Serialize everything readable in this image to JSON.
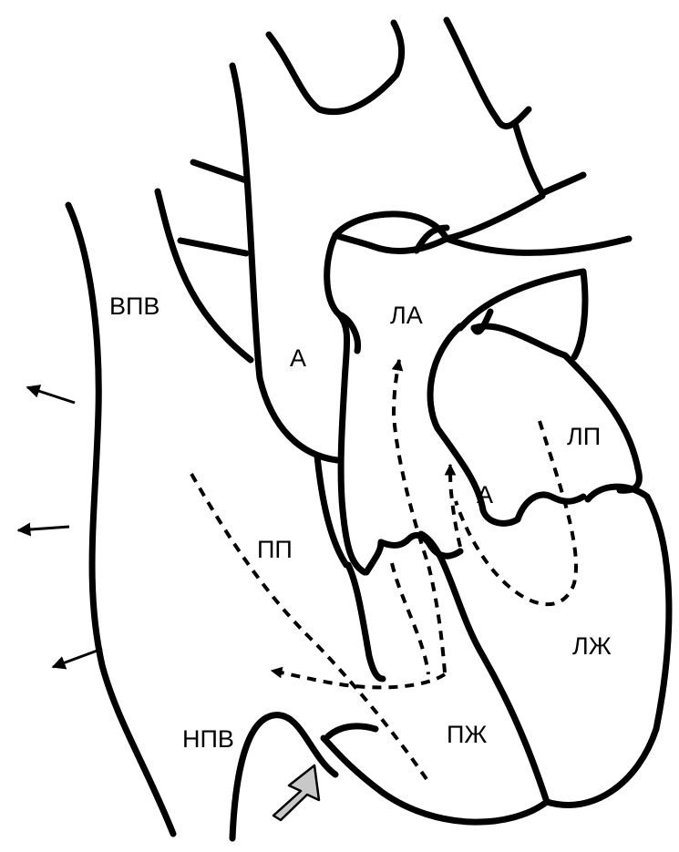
{
  "diagram": {
    "labels": {
      "svc": "ВПВ",
      "aorta_upper": "А",
      "pulmonary_artery": "ЛА",
      "left_atrium": "ЛП",
      "aorta_lower": "А",
      "right_atrium": "ПП",
      "left_ventricle": "ЛЖ",
      "ivc": "НПВ",
      "right_ventricle": "ПЖ"
    },
    "colors": {
      "line": "#000000",
      "background": "#ffffff",
      "inflow_arrow_fill": "#c8c8c8"
    }
  }
}
